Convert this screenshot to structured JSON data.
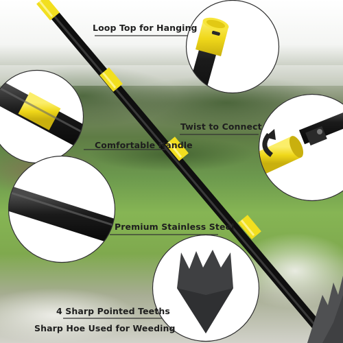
{
  "labels": {
    "loop_top": "Loop Top for Hanging",
    "twist_connect": "Twist to Connect",
    "comfortable_handle": "Comfortable Handle",
    "stainless_steel": "Premium Stainless Steel",
    "pointed_teeth": "4 Sharp Pointed Teeths",
    "hoe_weeding": "Sharp Hoe Used for Weeding"
  },
  "colors": {
    "handle_black": "#1c1c1c",
    "grip_yellow": "#f2df1f",
    "blade_steel": "#3f4042",
    "callout_line": "#333333",
    "label_text": "#1e1e1e"
  }
}
